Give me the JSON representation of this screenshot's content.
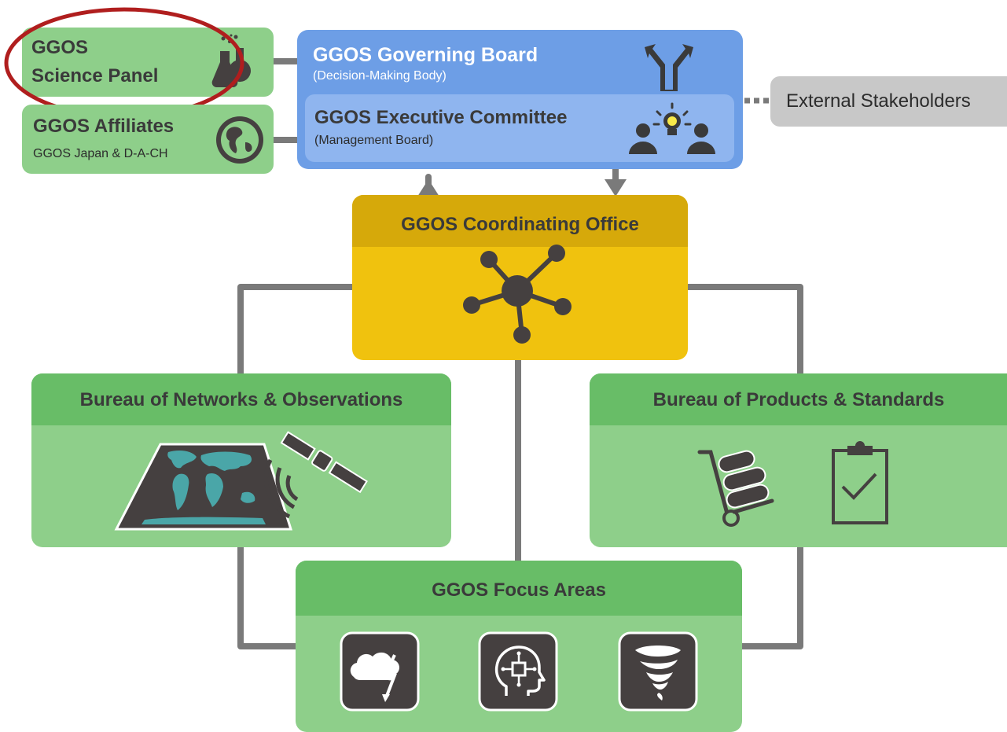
{
  "science_panel": {
    "line1": "GGOS",
    "line2": "Science Panel"
  },
  "affiliates": {
    "title": "GGOS Affiliates",
    "subtitle": "GGOS Japan & D-A-CH"
  },
  "governing_board": {
    "title": "GGOS Governing Board",
    "subtitle": "(Decision-Making Body)"
  },
  "executive_committee": {
    "title": "GGOS Executive Committee",
    "subtitle": "(Management Board)"
  },
  "external": {
    "label": "External Stakeholders"
  },
  "coordinating_office": {
    "title": "GGOS Coordinating Office"
  },
  "bureau_networks": {
    "title": "Bureau of Networks & Observations"
  },
  "bureau_products": {
    "title": "Bureau of Products & Standards"
  },
  "focus_areas": {
    "title": "GGOS Focus Areas"
  },
  "colors": {
    "green_light": "#8ecf8a",
    "green_header": "#68bd67",
    "blue_board": "#6d9ee6",
    "blue_exec": "#8fb5ef",
    "yellow": "#f0c20e",
    "yellow_header": "#d6a90a",
    "gray_box": "#c8c8c8",
    "highlight_ellipse": "#b01e1e",
    "icon_dark": "#454040",
    "ocean_teal": "#4aa6a8"
  },
  "icons": [
    "lab-flask-icon",
    "globe-icon",
    "decision-arrows-icon",
    "team-idea-icon",
    "network-hub-icon",
    "world-map-icon",
    "satellite-icon",
    "hand-truck-icon",
    "clipboard-check-icon",
    "storm-lightning-icon",
    "ai-head-icon",
    "tornado-icon"
  ]
}
